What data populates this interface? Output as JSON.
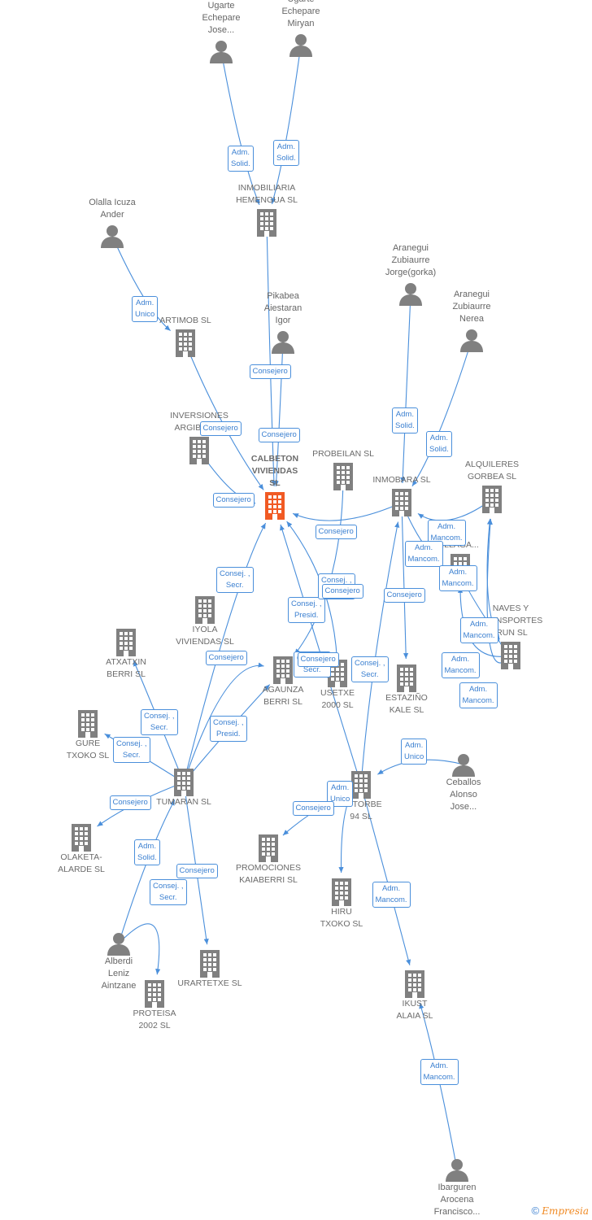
{
  "colors": {
    "company": "#808080",
    "focus": "#f15a24",
    "person": "#808080",
    "edge": "#4a8fdb"
  },
  "nodes": {
    "calbeton": {
      "label": "CALBETON\nVIVIENDAS\nSL",
      "type": "company",
      "focus": true
    },
    "inmobiliaria_hemengua": {
      "label": "INMOBILIARIA\nHEMENGUA SL",
      "type": "company"
    },
    "artimob": {
      "label": "ARTIMOB SL",
      "type": "company"
    },
    "inversiones_argibel": {
      "label": "INVERSIONES\nARGIBEL SL",
      "type": "company"
    },
    "probeilan": {
      "label": "PROBEILAN SL",
      "type": "company"
    },
    "inmobara": {
      "label": "INMOBARA SL",
      "type": "company"
    },
    "alquileres_gorbea": {
      "label": "ALQUILERES\nGORBEA SL",
      "type": "company"
    },
    "illaga": {
      "label": "ILLAGA...",
      "type": "company"
    },
    "naves_transportes": {
      "label": "NAVES Y\nTRANSPORTES\nIRUN SL",
      "type": "company"
    },
    "iyola": {
      "label": "IYOLA\nVIVIENDAS SL",
      "type": "company"
    },
    "atxatxin": {
      "label": "ATXATXIN\nBERRI SL",
      "type": "company"
    },
    "agaunza": {
      "label": "AGAUNZA\nBERRI SL",
      "type": "company"
    },
    "usetxe": {
      "label": "USETXE\n2000 SL",
      "type": "company"
    },
    "estazino": {
      "label": "ESTAZIÑO\nKALE SL",
      "type": "company"
    },
    "gure_txoko": {
      "label": "GURE\nTXOKO SL",
      "type": "company"
    },
    "tumaran": {
      "label": "TUMARAN SL",
      "type": "company"
    },
    "ostorbe": {
      "label": "OSTORBE\n94 SL",
      "type": "company"
    },
    "olaketa": {
      "label": "OLAKETA-\nALARDE SL",
      "type": "company"
    },
    "promociones_kaiaberri": {
      "label": "PROMOCIONES\nKAIABERRI SL",
      "type": "company"
    },
    "hiru_txoko": {
      "label": "HIRU\nTXOKO SL",
      "type": "company"
    },
    "urartetxe": {
      "label": "URARTETXE SL",
      "type": "company"
    },
    "proteisa": {
      "label": "PROTEISA\n2002 SL",
      "type": "company"
    },
    "ikust_alaia": {
      "label": "IKUST\nALAIA SL",
      "type": "company"
    },
    "ugarte_jose": {
      "label": "Ugarte\nEchepare\nJose...",
      "type": "person"
    },
    "ugarte_miryan": {
      "label": "Ugarte\nEchepare\nMiryan",
      "type": "person"
    },
    "olalla": {
      "label": "Olalla Icuza\nAnder",
      "type": "person"
    },
    "pikabea": {
      "label": "Pikabea\nAiestaran\nIgor",
      "type": "person"
    },
    "aranegui_jorge": {
      "label": "Aranegui\nZubiaurre\nJorge(gorka)",
      "type": "person"
    },
    "aranegui_nerea": {
      "label": "Aranegui\nZubiaurre\nNerea",
      "type": "person"
    },
    "ceballos": {
      "label": "Ceballos\nAlonso\nJose...",
      "type": "person"
    },
    "alberdi": {
      "label": "Alberdi\nLeniz\nAintzane",
      "type": "person"
    },
    "ibarguren": {
      "label": "Ibarguren\nArocena\nFrancisco...",
      "type": "person"
    }
  },
  "edges": [
    {
      "label": "Adm.\nSolid."
    },
    {
      "label": "Adm.\nSolid."
    },
    {
      "label": "Adm.\nUnico"
    },
    {
      "label": "Consejero"
    },
    {
      "label": "Consejero"
    },
    {
      "label": "Consejero"
    },
    {
      "label": "Consejero"
    },
    {
      "label": "Adm.\nSolid."
    },
    {
      "label": "Adm.\nSolid."
    },
    {
      "label": "Consejero"
    },
    {
      "label": "Adm.\nMancom."
    },
    {
      "label": "Adm.\nMancom."
    },
    {
      "label": "Adm.\nMancom."
    },
    {
      "label": "Consejero"
    },
    {
      "label": "Adm.\nMancom."
    },
    {
      "label": "Adm.\nMancom."
    },
    {
      "label": "Adm.\nMancom."
    },
    {
      "label": "Consej. ,\nSecr."
    },
    {
      "label": "Consej. ,\nPresid."
    },
    {
      "label": "Consej. ,\nSecr."
    },
    {
      "label": "Consejero"
    },
    {
      "label": "Consej. ,\nSecr."
    },
    {
      "label": "Consej. ,\nSecr."
    },
    {
      "label": "Consej. ,\nSecr."
    },
    {
      "label": "Consej. ,\nPresid."
    },
    {
      "label": "Consej. ,\nSecr."
    },
    {
      "label": "Consejero"
    },
    {
      "label": "Consejero"
    },
    {
      "label": "Consejero"
    },
    {
      "label": "Adm.\nSolid."
    },
    {
      "label": "Consej. ,\nSecr."
    },
    {
      "label": "Consejero"
    },
    {
      "label": "Adm.\nUnico"
    },
    {
      "label": "Adm.\nUnico"
    },
    {
      "label": "Consejero"
    },
    {
      "label": "Adm.\nMancom."
    },
    {
      "label": "Adm.\nMancom."
    }
  ],
  "watermark": {
    "symbol": "©",
    "brand": "Empresia"
  }
}
